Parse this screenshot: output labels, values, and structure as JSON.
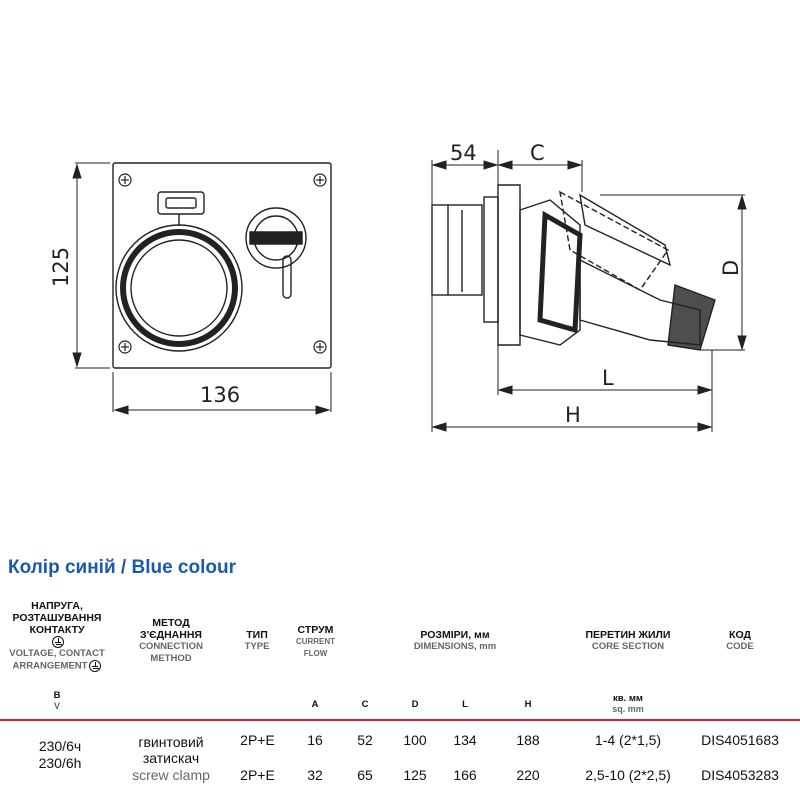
{
  "drawing": {
    "front_width": "136",
    "front_height": "125",
    "side_dim_54": "54",
    "side_dim_c": "C",
    "side_dim_d": "D",
    "side_dim_l": "L",
    "side_dim_h": "H"
  },
  "section_title": "Колір синій / Blue colour",
  "table": {
    "headers": {
      "voltage_ua": "НАПРУГА, РОЗТАШУВАННЯ КОНТАКТУ",
      "voltage_en_1": "VOLTAGE, CONTACT",
      "voltage_en_2": "ARRANGEMENT",
      "method_ua": "МЕТОД З'ЄДНАННЯ",
      "method_en": "CONNECTION METHOD",
      "type_ua": "ТИП",
      "type_en": "TYPE",
      "current_ua": "СТРУМ",
      "current_en": "CURRENT FLOW",
      "dims_ua": "РОЗМІРИ, мм",
      "dims_en": "DIMENSIONS, mm",
      "section_ua": "ПЕРЕТИН ЖИЛИ",
      "section_en": "CORE SECTION",
      "code_ua": "КОД",
      "code_en": "CODE"
    },
    "subheaders": {
      "volt_ua": "В",
      "volt_en": "V",
      "amp": "A",
      "c": "C",
      "d": "D",
      "l": "L",
      "h": "H",
      "sq_ua": "кв. мм",
      "sq_en": "sq. mm"
    },
    "voltage_ua": "230/6ч",
    "voltage_en": "230/6h",
    "method_ua": "гвинтовий затискач",
    "method_en": "screw clamp",
    "rows": [
      {
        "type": "2P+E",
        "current": "16",
        "c": "52",
        "d": "100",
        "l": "134",
        "h": "188",
        "section": "1-4 (2*1,5)",
        "code": "DIS4051683"
      },
      {
        "type": "2P+E",
        "current": "32",
        "c": "65",
        "d": "125",
        "l": "166",
        "h": "220",
        "section": "2,5-10 (2*2,5)",
        "code": "DIS4053283"
      }
    ]
  }
}
